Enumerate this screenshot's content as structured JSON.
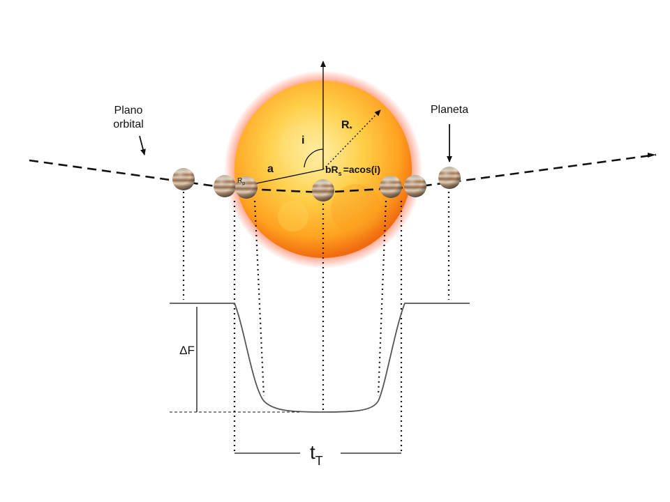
{
  "labels": {
    "orbital_plane": [
      "Plano",
      "orbital"
    ],
    "planet": "Planeta",
    "inclination": "i",
    "semi_major_axis": "a",
    "stellar_radius_main": "R",
    "stellar_radius_sub": "*",
    "impact_b": "bR",
    "impact_sub": "s",
    "impact_rest": "=acos(i)",
    "planet_radius_main": "R",
    "planet_radius_sub": "p",
    "flux_drop": "ΔF",
    "transit_time_main": "t",
    "transit_time_sub": "T"
  },
  "colors": {
    "line": "#111111",
    "curve": "#555555",
    "star_core": "#fff3b0",
    "star_mid": "#ffb52e",
    "star_edge": "#f06a0f",
    "planet_band_light": "#e9dcc6",
    "planet_band_dark": "#a27655"
  }
}
